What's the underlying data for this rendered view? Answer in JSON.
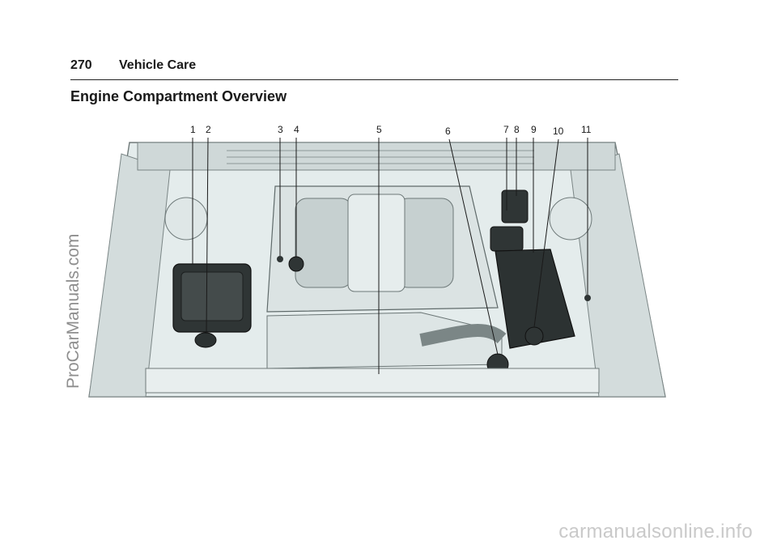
{
  "header": {
    "page_number": "270",
    "running_title": "Vehicle Care"
  },
  "section_title": "Engine Compartment Overview",
  "figure": {
    "callouts": [
      "1",
      "2",
      "3",
      "4",
      "5",
      "6",
      "7",
      "8",
      "9",
      "10",
      "11"
    ]
  },
  "watermarks": {
    "side": "ProCarManuals.com",
    "bottom": "carmanualsonline.info"
  }
}
